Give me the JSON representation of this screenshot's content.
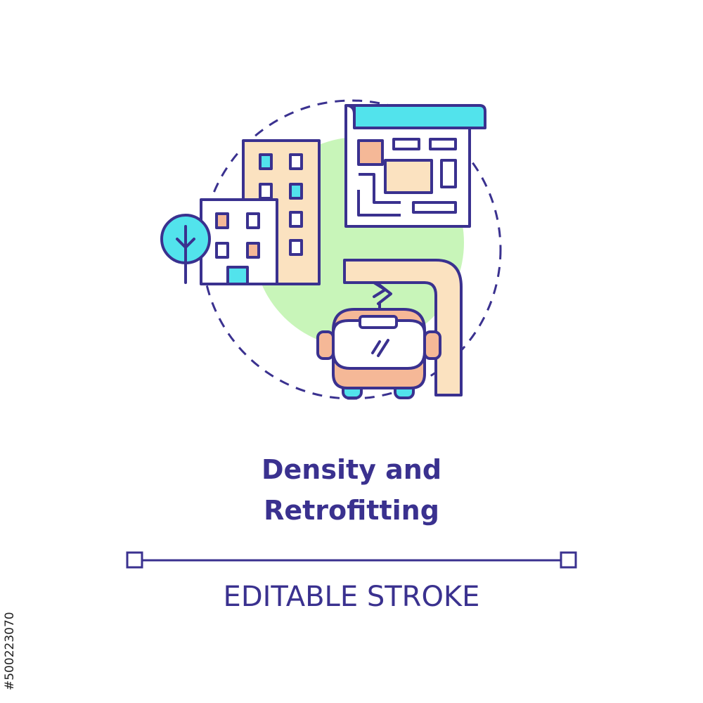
{
  "title": {
    "line1": "Density and",
    "line2": "Retrofitting"
  },
  "subtitle": "EDITABLE STROKE",
  "stock_id": "#500223070",
  "colors": {
    "outline": "#3a318f",
    "green": "#c8f5b9",
    "cyan": "#52e3ec",
    "orange": "#f5b897",
    "beige": "#fbe2c0",
    "background": "#ffffff"
  },
  "icons": [
    "office-building-icon",
    "residential-building-icon",
    "tree-icon",
    "city-map-icon",
    "road-icon",
    "bus-icon",
    "dashed-circle-frame"
  ]
}
